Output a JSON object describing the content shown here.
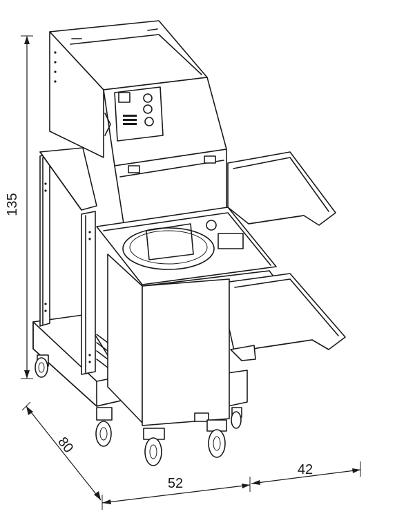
{
  "dimensions": {
    "height": "135",
    "depth": "80",
    "width": "52",
    "extension": "42"
  },
  "colors": {
    "line": "#1a1a1a",
    "background": "#ffffff"
  }
}
